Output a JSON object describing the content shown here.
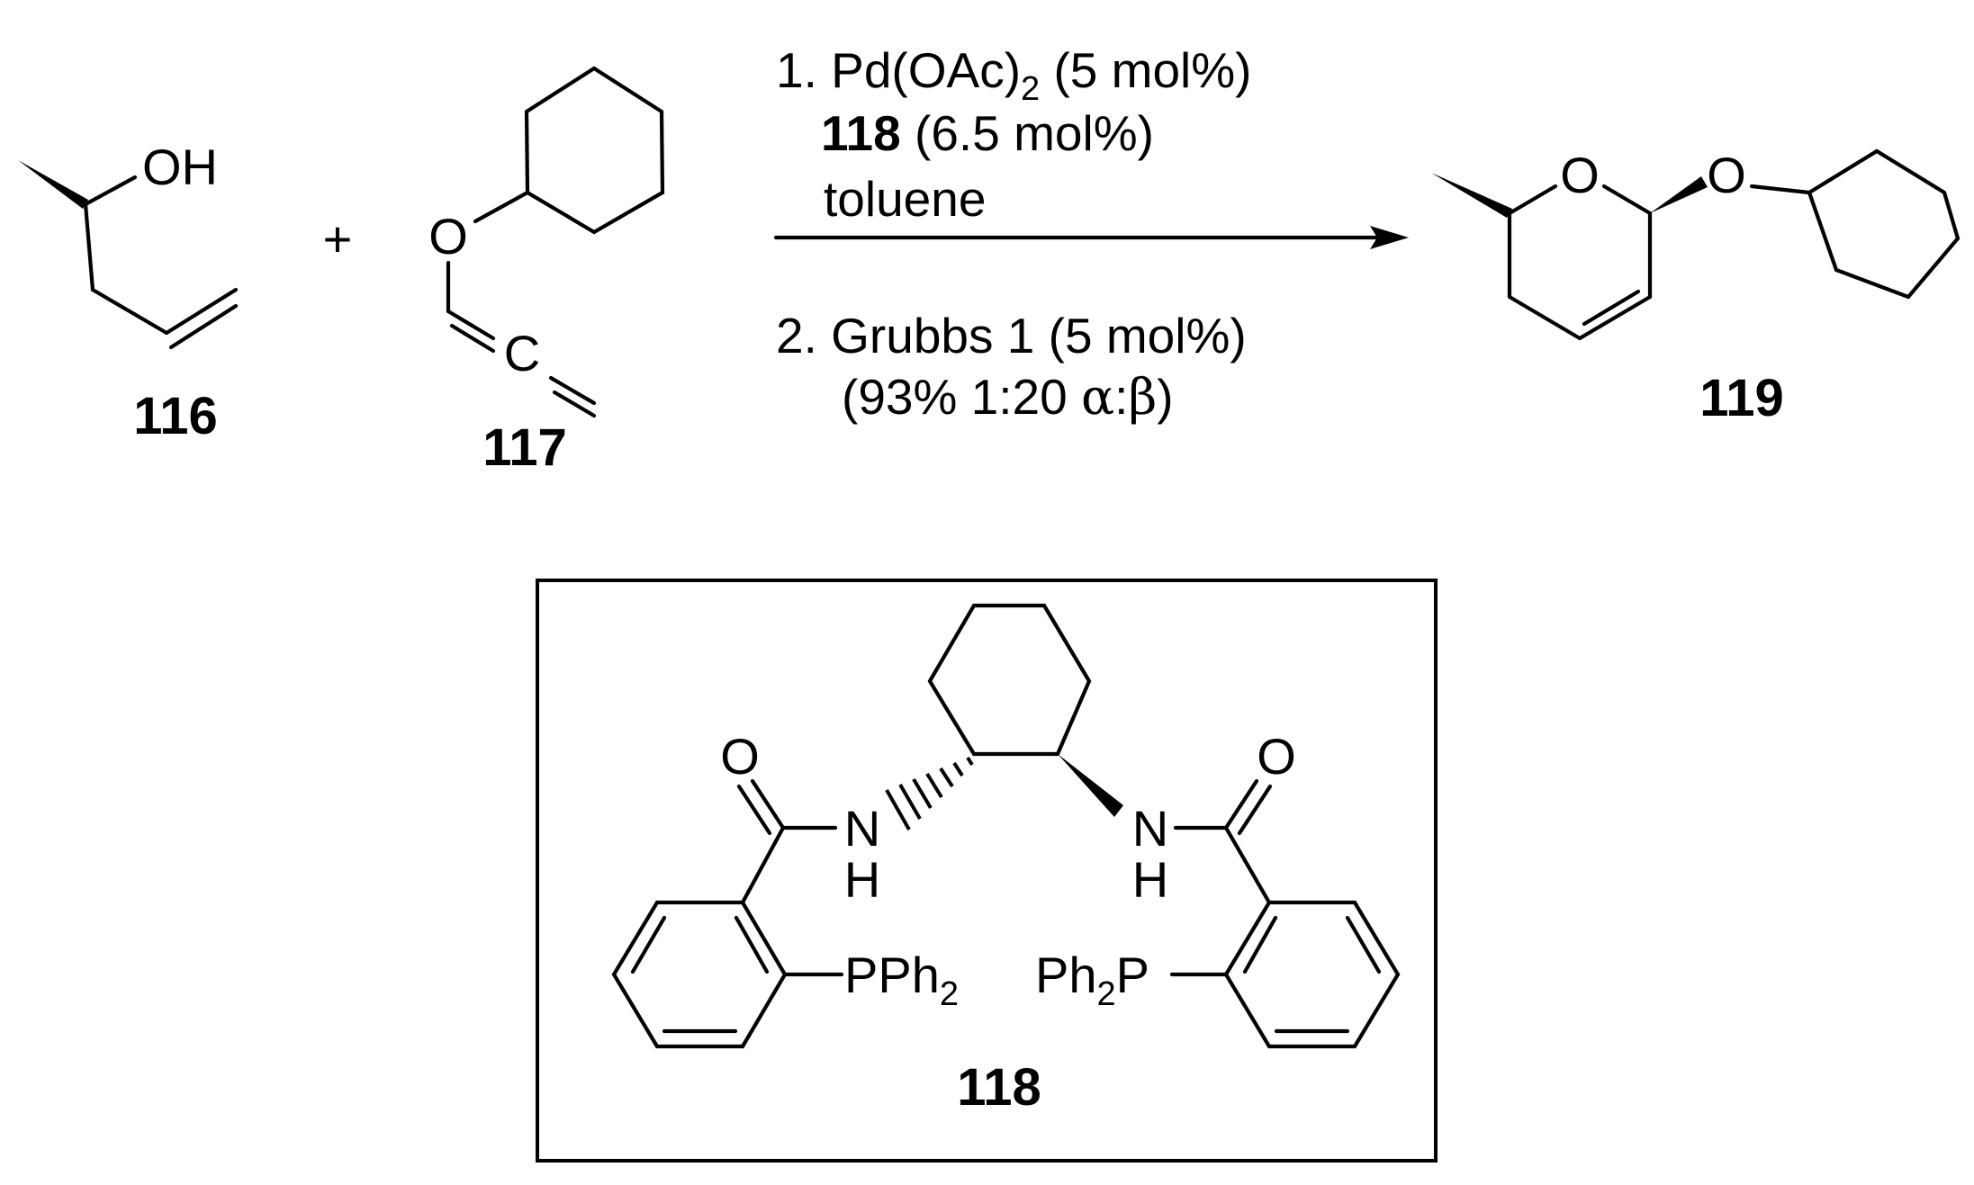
{
  "scheme": {
    "reactant_1": {
      "id": "116",
      "atoms": {
        "hydroxyl": "OH"
      }
    },
    "plus_sign": "+",
    "reactant_2": {
      "id": "117",
      "atoms": {
        "ether_oxygen": "O",
        "allene_carbon": "C"
      }
    },
    "conditions": {
      "step1_prefix": "1. Pd(OAc)",
      "step1_sub": "2",
      "step1_suffix": " (5 mol%)",
      "ligand_id": "118",
      "ligand_loading": " (6.5 mol%)",
      "solvent": "toluene",
      "step2": "2. Grubbs 1 (5 mol%)",
      "yield_prefix": "(93% 1:20 ",
      "alpha": "α",
      "colon": ":",
      "beta": "β",
      "yield_suffix": ")"
    },
    "product": {
      "id": "119",
      "atoms": {
        "ring_oxygen": "O",
        "ether_oxygen": "O"
      }
    },
    "ligand_box": {
      "id": "118",
      "atoms": {
        "carbonyl_o": "O",
        "nitrogen": "N",
        "n_hydrogen": "H",
        "phosphine_left_main": "PPh",
        "phosphine_left_sub": "2",
        "phosphine_right_pre": "Ph",
        "phosphine_right_sub": "2",
        "phosphine_right_p": "P"
      }
    }
  }
}
